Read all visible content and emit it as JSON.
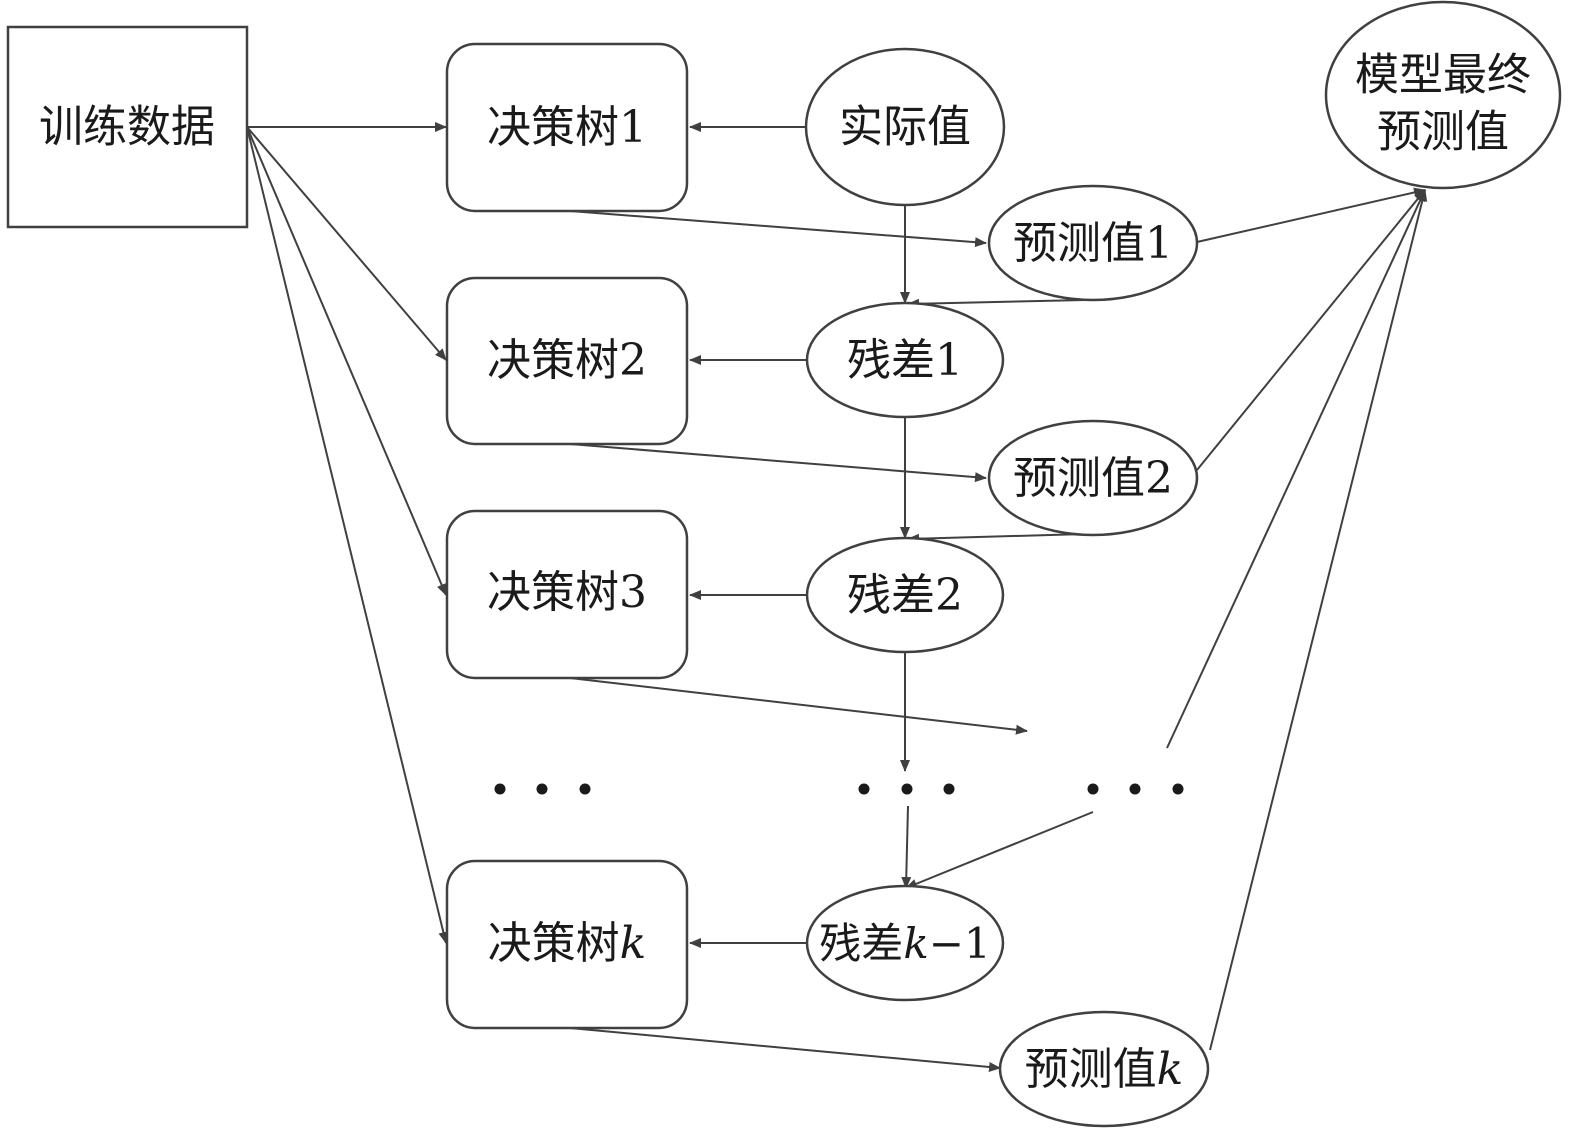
{
  "diagram": {
    "training_data": "训练数据",
    "trees": [
      {
        "name": "决策树",
        "suffix": "1"
      },
      {
        "name": "决策树",
        "suffix": "2"
      },
      {
        "name": "决策树",
        "suffix": "3"
      },
      {
        "name": "决策树",
        "suffix": "k"
      }
    ],
    "actual_value": "实际值",
    "residuals": [
      {
        "name": "残差",
        "suffix": "1"
      },
      {
        "name": "残差",
        "suffix": "2"
      },
      {
        "name": "残差",
        "suffix": "k",
        "tail": "−1"
      }
    ],
    "predictions": [
      {
        "name": "预测值",
        "suffix": "1"
      },
      {
        "name": "预测值",
        "suffix": "2"
      },
      {
        "name": "预测值",
        "suffix": "k"
      }
    ],
    "final_prediction_line1": "模型最终",
    "final_prediction_line2": "预测值",
    "ellipsis": "• • •"
  }
}
